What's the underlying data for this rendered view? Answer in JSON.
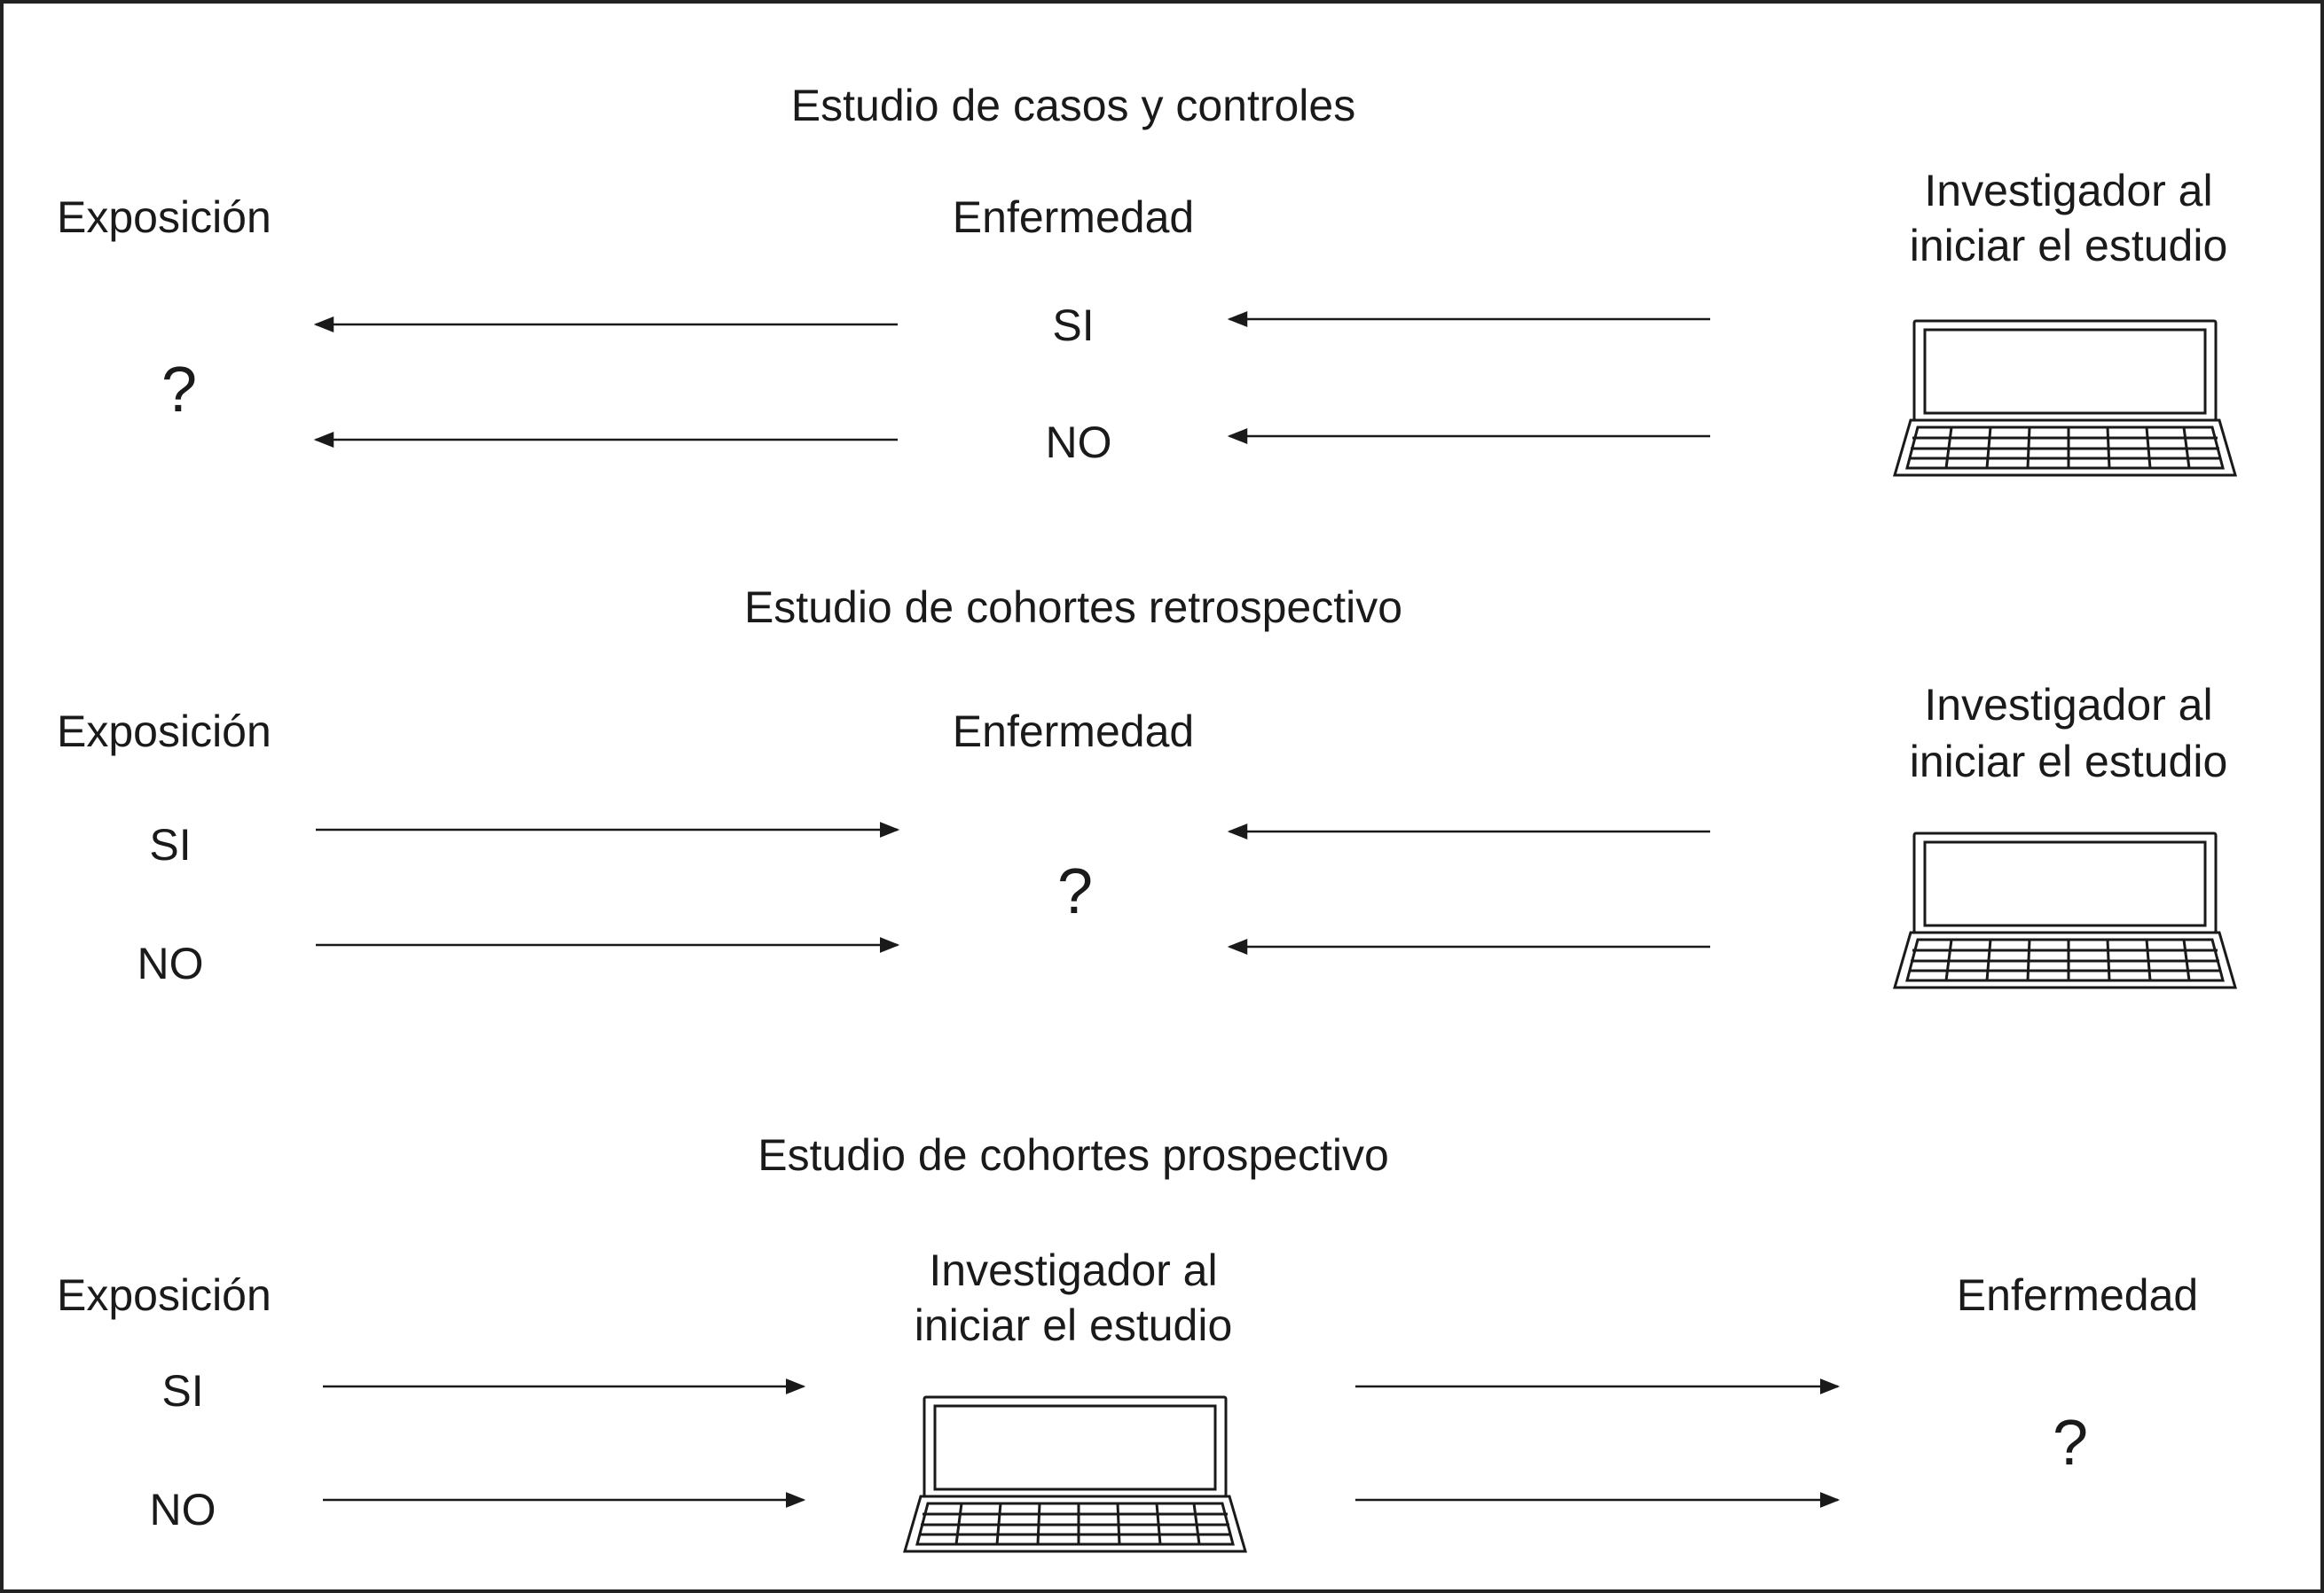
{
  "sections": [
    {
      "title": "Estudio de casos y controles",
      "exposure_label": "Exposición",
      "disease_label": "Enfermedad",
      "investigator_label_line1": "Investigador al",
      "investigator_label_line2": "iniciar el estudio",
      "unknown_mark": "?",
      "row_yes": "SI",
      "row_no": "NO",
      "arrow_direction": "left",
      "icon": "laptop-icon"
    },
    {
      "title": "Estudio de cohortes retrospectivo",
      "exposure_label": "Exposición",
      "disease_label": "Enfermedad",
      "investigator_label_line1": "Investigador al",
      "investigator_label_line2": "iniciar el estudio",
      "unknown_mark": "?",
      "row_yes": "SI",
      "row_no": "NO",
      "arrow_direction": "right-then-left",
      "icon": "laptop-icon"
    },
    {
      "title": "Estudio de cohortes prospectivo",
      "exposure_label": "Exposición",
      "disease_label": "Enfermedad",
      "investigator_label_line1": "Investigador al",
      "investigator_label_line2": "iniciar el estudio",
      "unknown_mark": "?",
      "row_yes": "SI",
      "row_no": "NO",
      "arrow_direction": "right",
      "icon": "laptop-icon"
    }
  ],
  "colors": {
    "ink": "#1a1a1a",
    "border": "#222222",
    "background": "#ffffff"
  }
}
